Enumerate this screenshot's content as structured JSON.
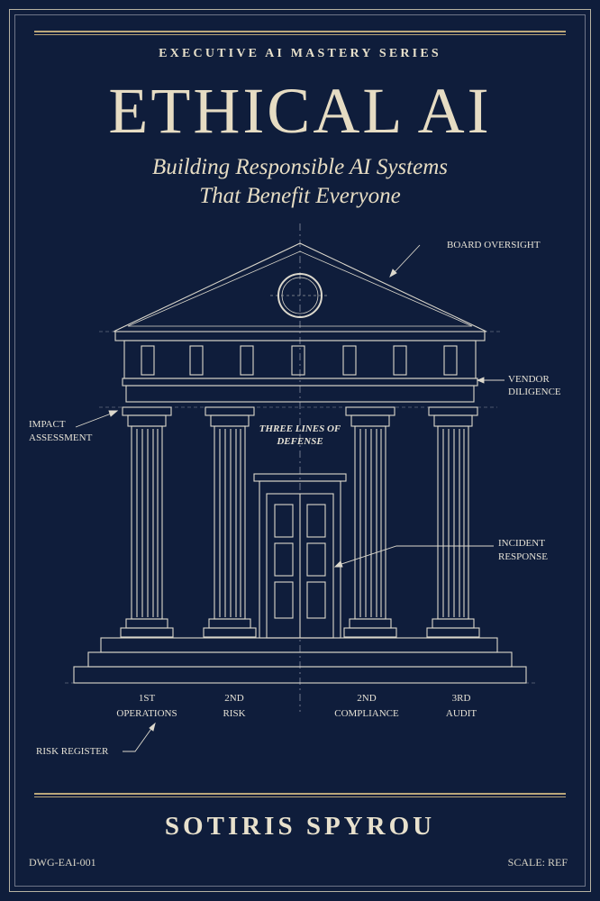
{
  "cover": {
    "series": "EXECUTIVE AI MASTERY SERIES",
    "title": "ETHICAL AI",
    "subtitle_line1": "Building Responsible AI Systems",
    "subtitle_line2": "That Benefit Everyone",
    "author": "SOTIRIS SPYROU",
    "drawing_code": "DWG-EAI-001",
    "scale": "SCALE: REF"
  },
  "diagram": {
    "labels": {
      "board_oversight": "BOARD OVERSIGHT",
      "vendor_line1": "VENDOR",
      "vendor_line2": "DILIGENCE",
      "impact_line1": "IMPACT",
      "impact_line2": "ASSESSMENT",
      "defense_line1": "THREE LINES OF",
      "defense_line2": "DEFENSE",
      "incident_line1": "INCIDENT",
      "incident_line2": "RESPONSE",
      "risk_register": "RISK REGISTER"
    },
    "columns": [
      {
        "line1": "1ST",
        "line2": "OPERATIONS"
      },
      {
        "line1": "2ND",
        "line2": "RISK"
      },
      {
        "line1": "2ND",
        "line2": "COMPLIANCE"
      },
      {
        "line1": "3RD",
        "line2": "AUDIT"
      }
    ]
  },
  "colors": {
    "background": "#0f1d3b",
    "line": "#dcd8cc",
    "gold": "#bba77a",
    "text": "#e6dcc3"
  }
}
